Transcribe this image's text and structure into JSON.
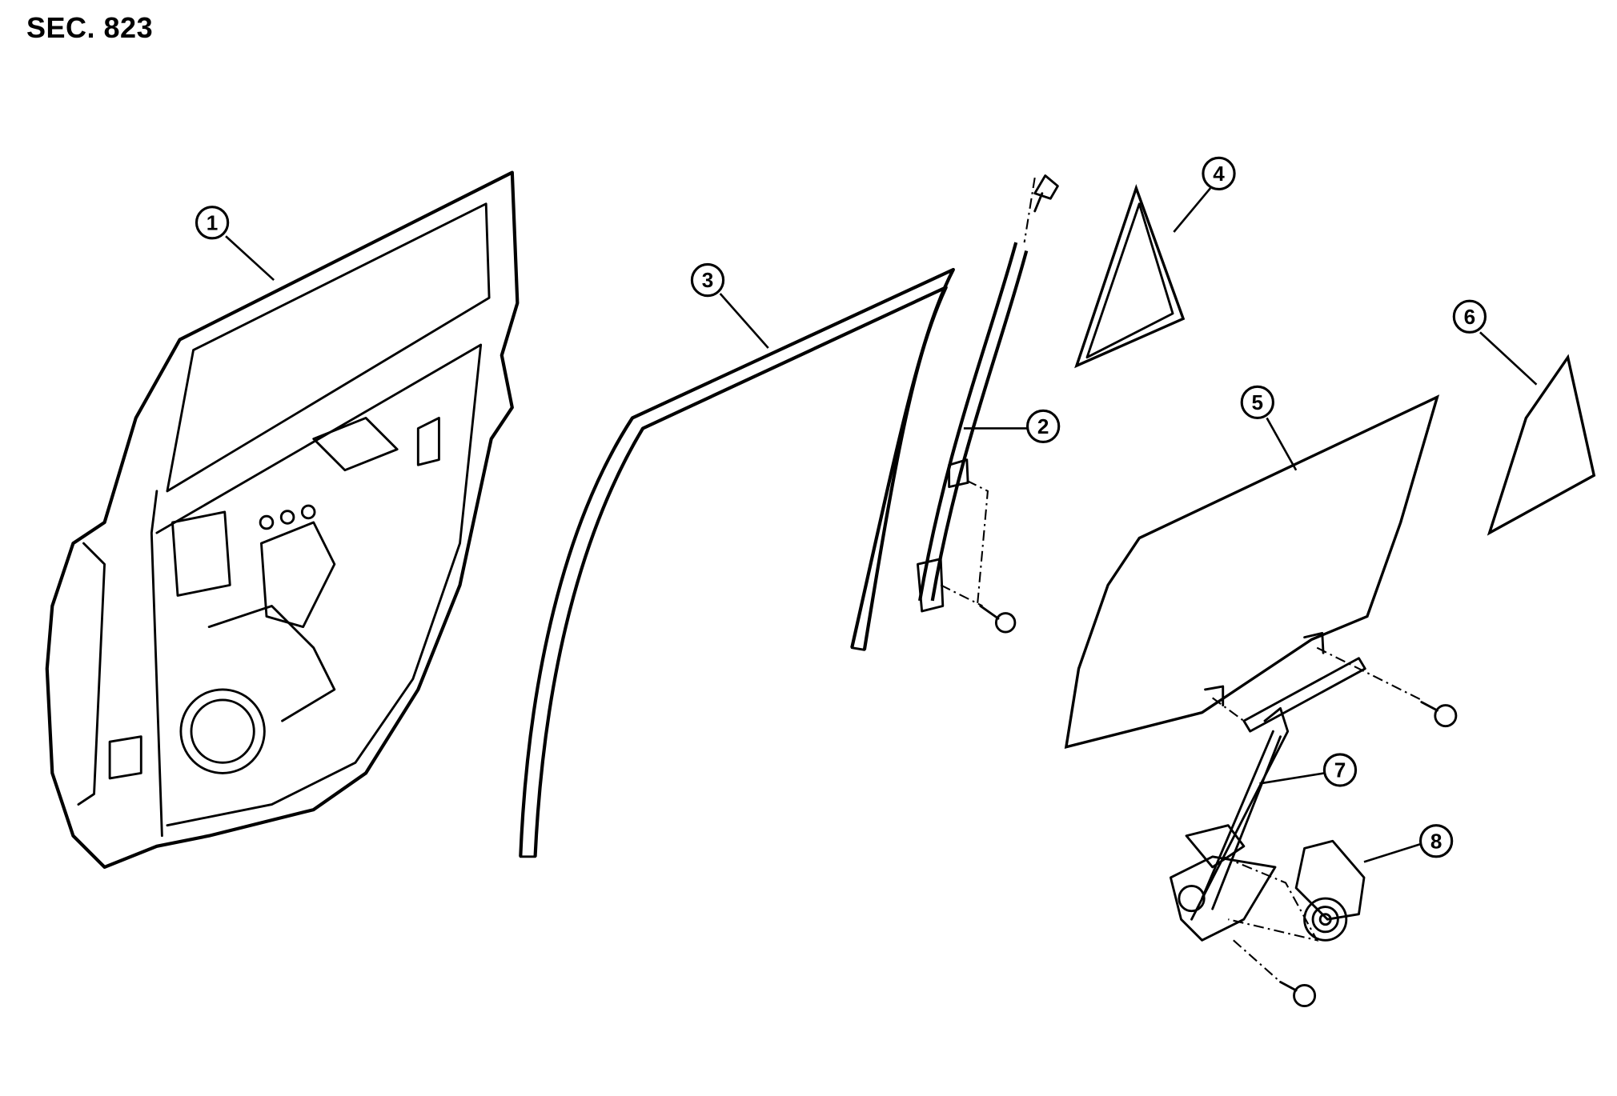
{
  "title": "SEC. 823",
  "callouts": {
    "c1": "1",
    "c2": "2",
    "c3": "3",
    "c4": "4",
    "c5": "5",
    "c6": "6",
    "c7": "7",
    "c8": "8"
  }
}
